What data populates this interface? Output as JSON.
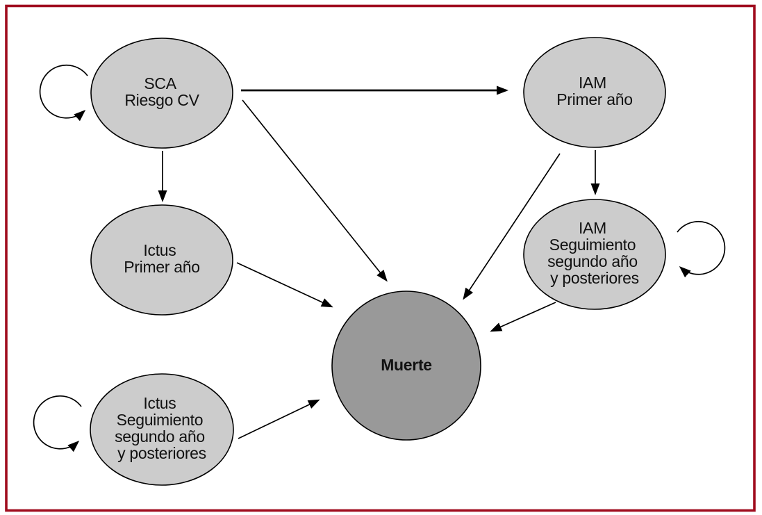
{
  "figure": {
    "type": "markov-state-transition-diagram",
    "border_color": "#A00C1E",
    "background": "#FFFFFF"
  },
  "colors": {
    "state_fill": "#CCCCCC",
    "death_fill": "#999999",
    "line": "#000000",
    "text": "#111111"
  },
  "nodes": {
    "sca": {
      "lines": [
        "SCA",
        "Riesgo CV"
      ]
    },
    "iam_year1": {
      "lines": [
        "IAM",
        "Primer año"
      ]
    },
    "ictus_year1": {
      "lines": [
        "Ictus",
        "Primer año"
      ]
    },
    "iam_followup": {
      "lines": [
        "IAM",
        "Seguimiento",
        "segundo año",
        "y posteriores"
      ]
    },
    "ictus_followup": {
      "lines": [
        "Ictus",
        "Seguimiento",
        "segundo año",
        "y posteriores"
      ]
    },
    "death": {
      "label": "Muerte"
    }
  },
  "edges": [
    {
      "from": "sca",
      "to": "sca",
      "type": "self-loop"
    },
    {
      "from": "sca",
      "to": "iam_year1",
      "type": "transition"
    },
    {
      "from": "sca",
      "to": "ictus_year1",
      "type": "transition"
    },
    {
      "from": "sca",
      "to": "death",
      "type": "transition"
    },
    {
      "from": "iam_year1",
      "to": "iam_followup",
      "type": "transition"
    },
    {
      "from": "iam_year1",
      "to": "death",
      "type": "transition"
    },
    {
      "from": "iam_followup",
      "to": "iam_followup",
      "type": "self-loop"
    },
    {
      "from": "iam_followup",
      "to": "death",
      "type": "transition"
    },
    {
      "from": "ictus_year1",
      "to": "ictus_followup",
      "type": "transition"
    },
    {
      "from": "ictus_year1",
      "to": "death",
      "type": "transition"
    },
    {
      "from": "ictus_followup",
      "to": "ictus_followup",
      "type": "self-loop"
    },
    {
      "from": "ictus_followup",
      "to": "death",
      "type": "transition"
    }
  ]
}
